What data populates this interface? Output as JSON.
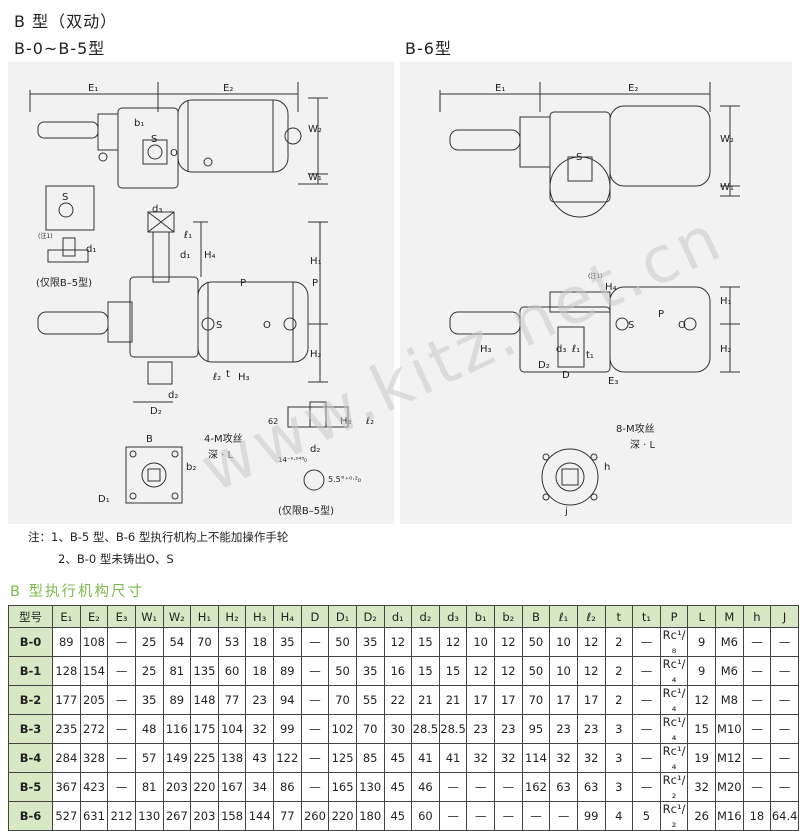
{
  "header": {
    "title": "B 型（双动）",
    "left_sub": "B-0~B-5型",
    "right_sub": "B-6型"
  },
  "left_labels": {
    "e1": "E₁",
    "e2": "E₂",
    "w1": "W₁",
    "w2": "W₂",
    "b1": "b₁",
    "s": "S",
    "o": "O",
    "d1": "d₁",
    "d2": "d₂",
    "d3": "d₃",
    "l1": "ℓ₁",
    "l2": "ℓ₂",
    "h1": "H₁",
    "h2": "H₂",
    "h3": "H₃",
    "h4": "H₄",
    "p": "P",
    "t": "t",
    "D2": "D₂",
    "B": "B",
    "D1": "D₁",
    "b2": "b₂",
    "note1": "(注1)",
    "only_b5": "(仅限B–5型)",
    "tap": "4-M攻丝",
    "depth": "深 · L",
    "dim62": "62",
    "tol": "14⁻⁰·⁰⁴³₀",
    "angle": "5.5°⁺⁰·²₀"
  },
  "right_labels": {
    "e1": "E₁",
    "e2": "E₂",
    "e3": "E₃",
    "w1": "W₁",
    "w2": "W₂",
    "h1": "H₁",
    "h2": "H₂",
    "h3": "H₃",
    "h4": "H₄",
    "p": "P",
    "s": "S",
    "o": "O",
    "D2": "D₂",
    "D": "D",
    "d3": "d₃",
    "l1": "ℓ₁",
    "t1": "t₁",
    "h": "h",
    "j": "j",
    "tap": "8-M攻丝",
    "depth": "深 · L",
    "note1": "(注1)"
  },
  "notes": {
    "line1": "注：1、B-5 型、B-6 型执行机构上不能加操作手轮",
    "line2": "2、B-0 型未铸出O、S"
  },
  "watermark": "www.kitz.net.cn",
  "table": {
    "title": "B 型执行机构尺寸",
    "headers": [
      "型号",
      "E₁",
      "E₂",
      "E₃",
      "W₁",
      "W₂",
      "H₁",
      "H₂",
      "H₃",
      "H₄",
      "D",
      "D₁",
      "D₂",
      "d₁",
      "d₂",
      "d₃",
      "b₁",
      "b₂",
      "B",
      "ℓ₁",
      "ℓ₂",
      "t",
      "t₁",
      "P",
      "L",
      "M",
      "h",
      "J"
    ],
    "rows": [
      [
        "B-0",
        "89",
        "108",
        "—",
        "25",
        "54",
        "70",
        "53",
        "18",
        "35",
        "—",
        "50",
        "35",
        "12",
        "15",
        "12",
        "10",
        "12",
        "50",
        "10",
        "12",
        "2",
        "—",
        "Rc¹/₈",
        "9",
        "M6",
        "—",
        "—"
      ],
      [
        "B-1",
        "128",
        "154",
        "—",
        "25",
        "81",
        "135",
        "60",
        "18",
        "89",
        "—",
        "50",
        "35",
        "16",
        "15",
        "15",
        "12",
        "12",
        "50",
        "10",
        "12",
        "2",
        "—",
        "Rc¹/₄",
        "9",
        "M6",
        "—",
        "—"
      ],
      [
        "B-2",
        "177",
        "205",
        "—",
        "35",
        "89",
        "148",
        "77",
        "23",
        "94",
        "—",
        "70",
        "55",
        "22",
        "21",
        "21",
        "17",
        "17",
        "70",
        "17",
        "17",
        "2",
        "—",
        "Rc¹/₄",
        "12",
        "M8",
        "—",
        "—"
      ],
      [
        "B-3",
        "235",
        "272",
        "—",
        "48",
        "116",
        "175",
        "104",
        "32",
        "99",
        "—",
        "102",
        "70",
        "30",
        "28.5",
        "28.5",
        "23",
        "23",
        "95",
        "23",
        "23",
        "3",
        "—",
        "Rc¹/₄",
        "15",
        "M10",
        "—",
        "—"
      ],
      [
        "B-4",
        "284",
        "328",
        "—",
        "57",
        "149",
        "225",
        "138",
        "43",
        "122",
        "—",
        "125",
        "85",
        "45",
        "41",
        "41",
        "32",
        "32",
        "114",
        "32",
        "32",
        "3",
        "—",
        "Rc¹/₄",
        "19",
        "M12",
        "—",
        "—"
      ],
      [
        "B-5",
        "367",
        "423",
        "—",
        "81",
        "203",
        "220",
        "167",
        "34",
        "86",
        "—",
        "165",
        "130",
        "45",
        "46",
        "—",
        "—",
        "—",
        "162",
        "63",
        "63",
        "3",
        "—",
        "Rc¹/₂",
        "32",
        "M20",
        "—",
        "—"
      ],
      [
        "B-6",
        "527",
        "631",
        "212",
        "130",
        "267",
        "203",
        "158",
        "144",
        "77",
        "260",
        "220",
        "180",
        "45",
        "60",
        "—",
        "—",
        "—",
        "—",
        "—",
        "99",
        "4",
        "5",
        "Rc¹/₂",
        "26",
        "M16",
        "18",
        "64.4"
      ]
    ]
  }
}
